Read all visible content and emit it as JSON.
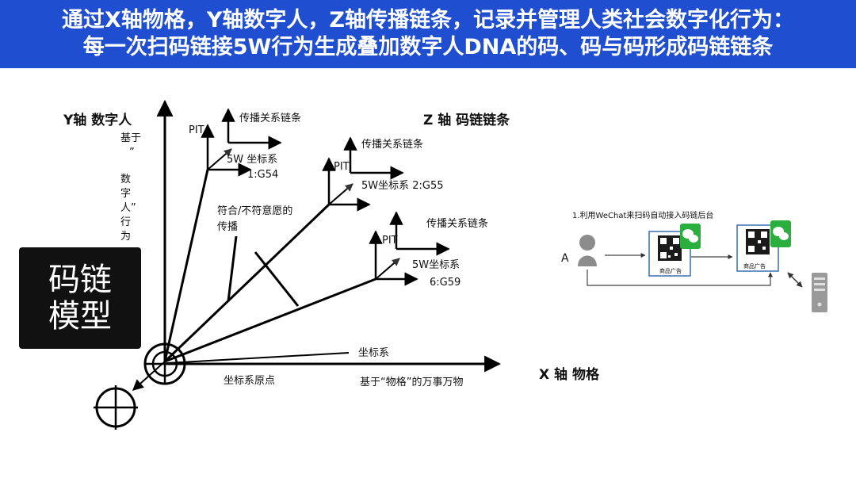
{
  "header": {
    "line1": "通过X轴物格，Y轴数字人，Z轴传播链条，记录并管理人类社会数字化行为：",
    "line2": "每一次扫码链接5W行为生成叠加数字人DNA的码、码与码形成码链链条",
    "bg_color": "#1f4ed0"
  },
  "model_box": {
    "line1": "码链",
    "line2": "模型"
  },
  "diagram": {
    "y_axis_title": "Y轴 数字人",
    "y_axis_desc": [
      "基于",
      "”",
      "数",
      "字",
      "人”",
      "行",
      "为"
    ],
    "z_axis_title": "Z 轴 码链链条",
    "x_axis_title": "X 轴 物格",
    "x_axis_desc": "基于“物格”的万事万物",
    "origin_label": "坐标系原点",
    "coord_label": "坐标系",
    "propagation_label_1": "符合/不符意愿的",
    "propagation_label_2": "传播",
    "frames": [
      {
        "pit": "PIT",
        "chain": "传播关系链条",
        "title": "5W 坐标系",
        "code": "1:G54"
      },
      {
        "pit": "PIT",
        "chain": "传播关系链条",
        "title": "5W坐标系 2:G55",
        "code": ""
      },
      {
        "pit": "PIT",
        "chain": "传播关系链条",
        "title": "5W坐标系",
        "code": "6:G59"
      }
    ]
  },
  "wechat": {
    "caption": "1.利用WeChat来扫码自动接入码链后台",
    "user_label": "A",
    "ad_label_1": "商品广告",
    "ad_label_2": "商品广告",
    "accent_color": "#2aae3d"
  }
}
